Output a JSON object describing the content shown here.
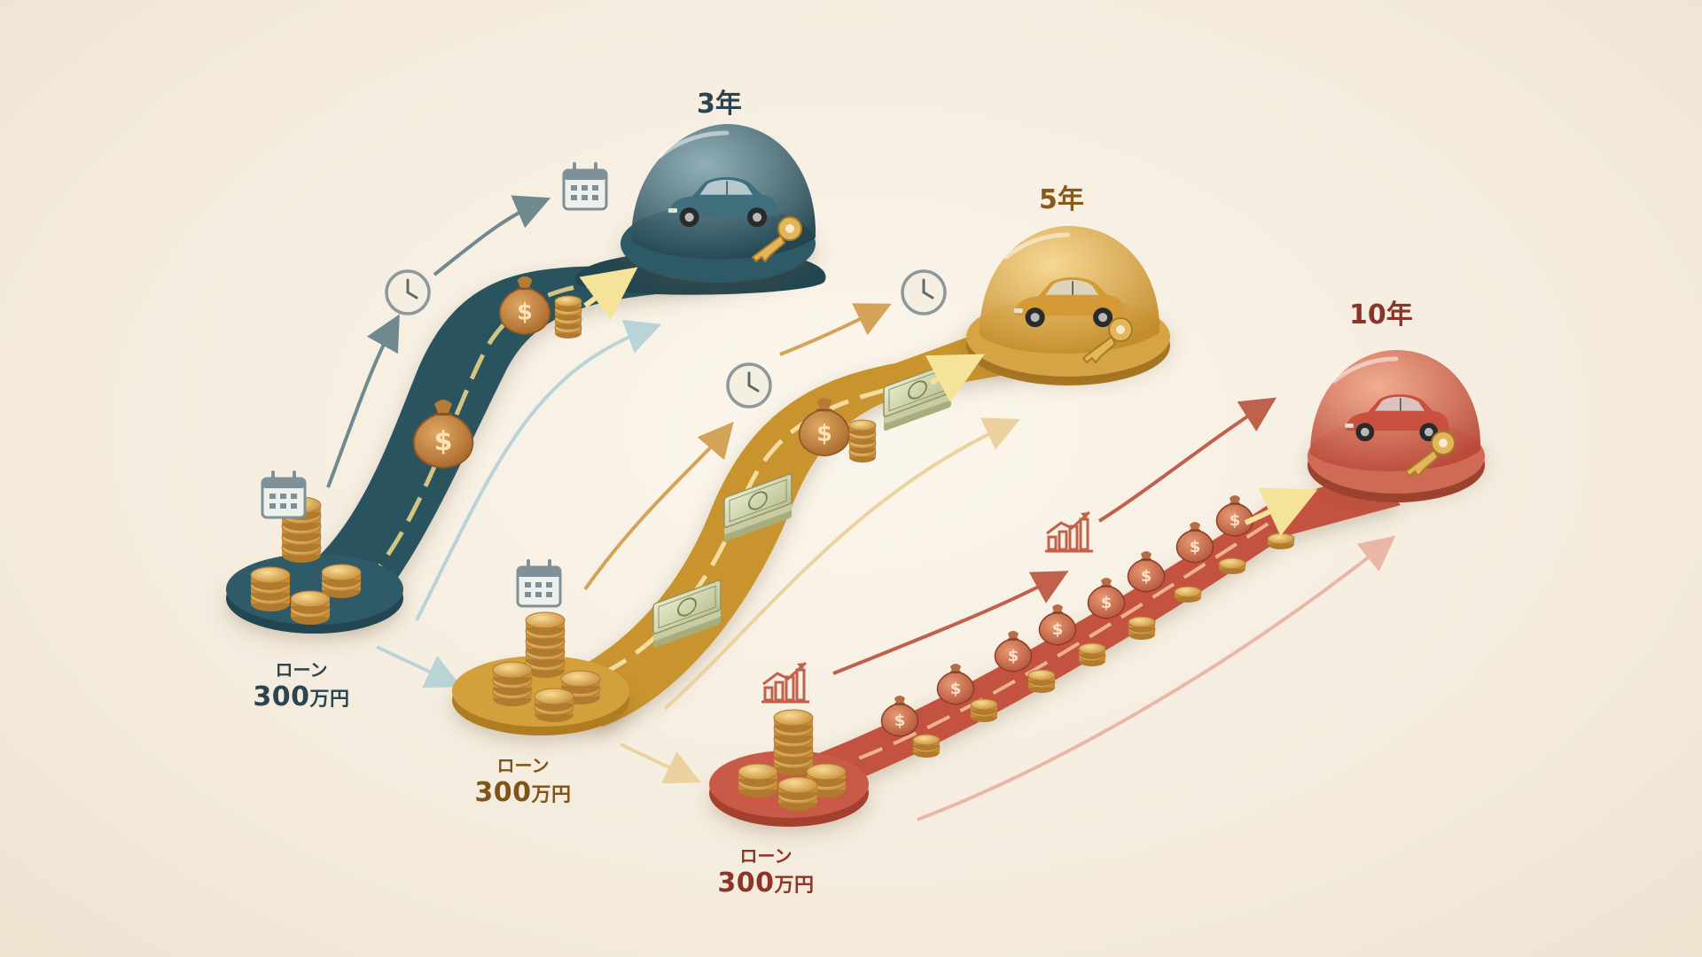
{
  "plans": [
    {
      "duration": "3年",
      "loan_label": "ローン",
      "loan_amount": "300",
      "loan_unit": "万円",
      "color": "#2f5663"
    },
    {
      "duration": "5年",
      "loan_label": "ローン",
      "loan_amount": "300",
      "loan_unit": "万円",
      "color": "#c9962f"
    },
    {
      "duration": "10年",
      "loan_label": "ローン",
      "loan_amount": "300",
      "loan_unit": "万円",
      "color": "#c0503f"
    }
  ],
  "icons": [
    "calendar-icon",
    "clock-icon",
    "money-bag-icon",
    "coin-stack-icon",
    "banknote-stack-icon",
    "growth-chart-icon",
    "car-icon",
    "key-icon",
    "arrow-icon"
  ],
  "colors": {
    "background": "#f3eadb",
    "coin": "#e2b45a",
    "bag": "#c58a45",
    "label_3": "#2c4350",
    "label_5": "#8a5a1c",
    "label_10": "#8c3427"
  }
}
